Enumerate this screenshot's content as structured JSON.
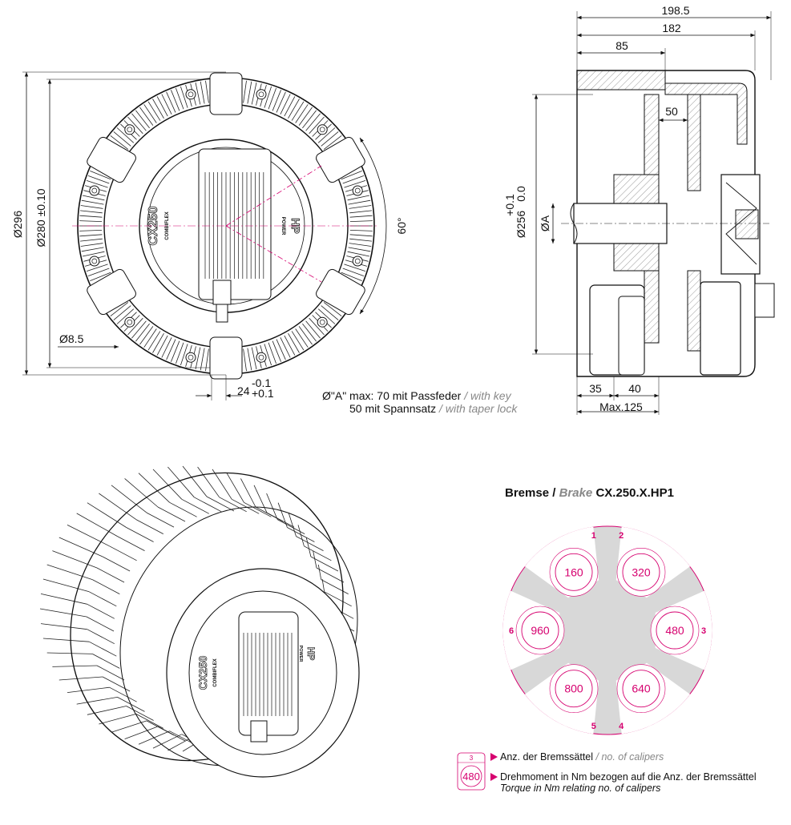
{
  "front_view": {
    "dims": {
      "d296": "Ø296",
      "d280": "Ø280 ±0.10",
      "d85": "Ø8.5",
      "angle": "60°",
      "w24": "24",
      "tol_top": "-0.1",
      "tol_bottom": "+0.1"
    },
    "hub_text": "CX250",
    "hub_sub": "COMBIFLEX",
    "brand_text": "HP",
    "brand_sub": "POWER"
  },
  "bore_note": {
    "line1": "Ø\"A\" max: 70 mit Passfeder",
    "line1_sep": " / ",
    "line1_en": "with key",
    "line2": "50 mit Spannsatz",
    "line2_sep": " / ",
    "line2_en": "with taper lock"
  },
  "side_view": {
    "dims": {
      "w1985": "198.5",
      "w182": "182",
      "w85": "85",
      "w50": "50",
      "d256": "Ø256",
      "tol_top": "+0.1",
      "tol_bottom": "0.0",
      "dA": "ØA",
      "w35": "35",
      "w40": "40",
      "max125": "Max.125"
    }
  },
  "caliper_diagram": {
    "title_de": "Bremse",
    "title_sep": " / ",
    "title_en": "Brake",
    "model": "CX.250.X.HP1",
    "accent_color": "#d6006f",
    "fill_color": "#d8d8d8",
    "positions": [
      {
        "no": "1",
        "torque": "160"
      },
      {
        "no": "2",
        "torque": "320"
      },
      {
        "no": "3",
        "torque": "480"
      },
      {
        "no": "4",
        "torque": "640"
      },
      {
        "no": "5",
        "torque": "800"
      },
      {
        "no": "6",
        "torque": "960"
      }
    ]
  },
  "legend": {
    "sample_no": "3",
    "sample_torque": "480",
    "calipers_de": "Anz. der Bremssättel",
    "calipers_sep": " / ",
    "calipers_en": "no. of calipers",
    "torque_de": "Drehmoment in Nm bezogen auf die Anz. der Bremssättel",
    "torque_en": "Torque in Nm relating no. of calipers"
  }
}
